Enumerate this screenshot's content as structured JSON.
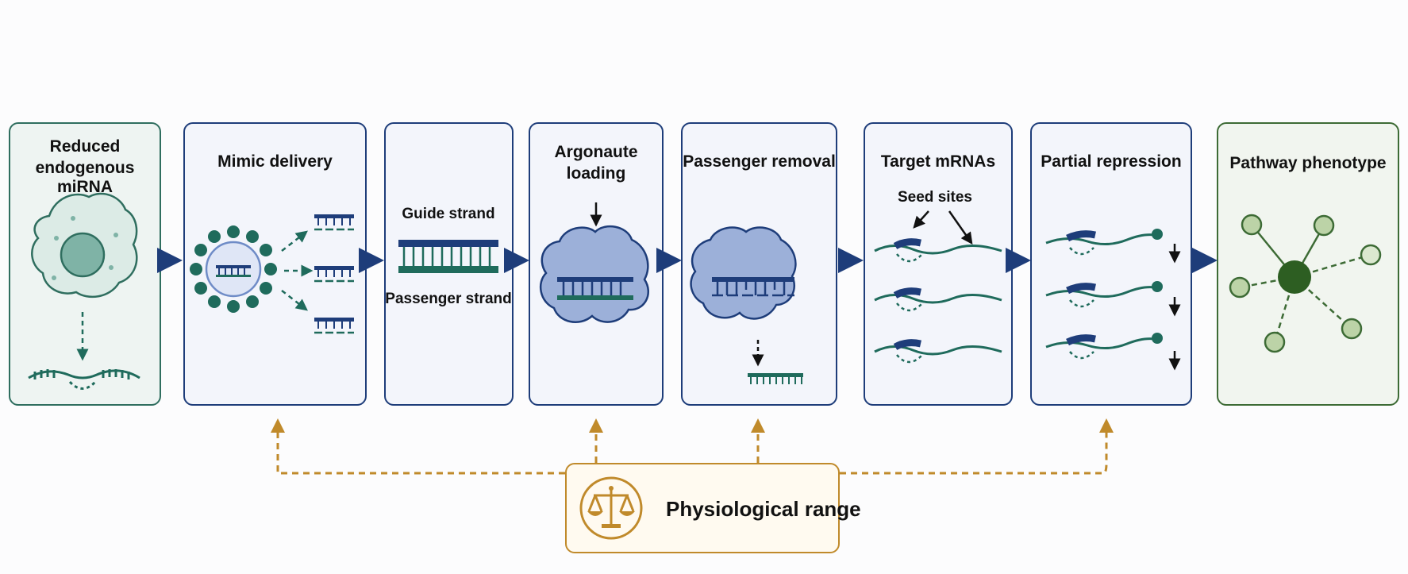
{
  "steps": [
    {
      "title_line1": "Reduced",
      "title_line2": "endogenous miRNA"
    },
    {
      "title": "Mimic delivery"
    },
    {
      "guide_label": "Guide strand",
      "passenger_label": "Passenger strand"
    },
    {
      "title_line1": "Argonaute",
      "title_line2": "loading"
    },
    {
      "title": "Passenger removal"
    },
    {
      "title": "Target mRNAs",
      "annotation": "Seed sites"
    },
    {
      "title": "Partial repression"
    },
    {
      "title": "Pathway phenotype"
    }
  ],
  "constraint": {
    "label": "Physiological range",
    "icon": "balance-scale-icon"
  },
  "colors": {
    "navy": "#1e3d7a",
    "teal": "#1f6b5c",
    "argonaute": "#9cb0d9",
    "gold": "#c08a2b",
    "phenotype_green": "#3d6b35"
  }
}
